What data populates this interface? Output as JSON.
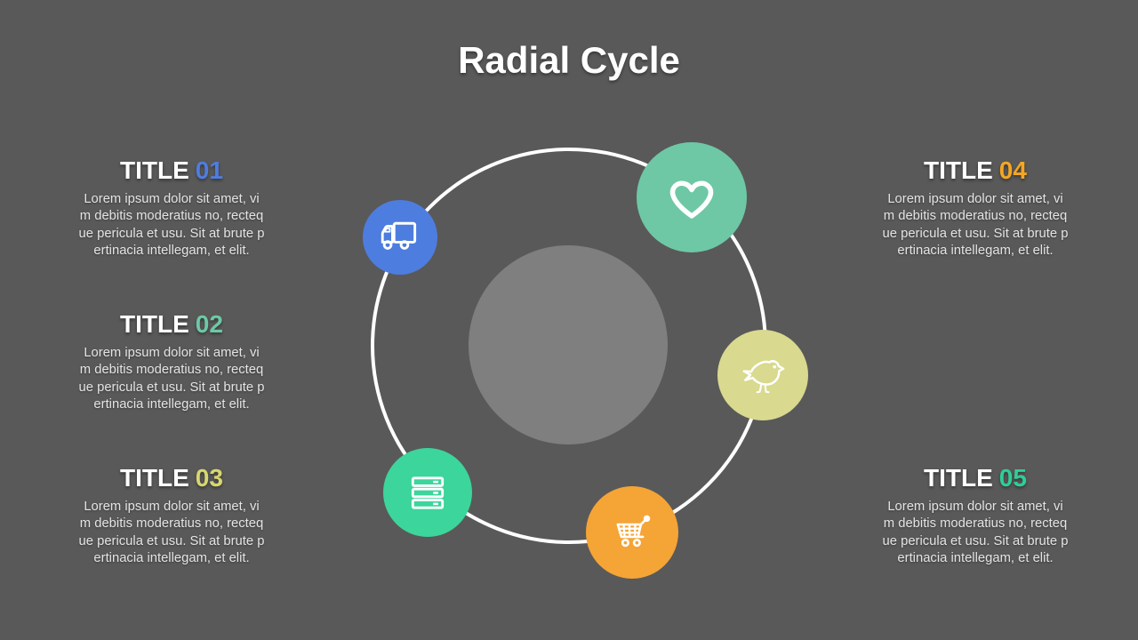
{
  "slide": {
    "title": "Radial Cycle",
    "background_color": "#595959"
  },
  "blocks": [
    {
      "title": "TITLE",
      "number": "01",
      "number_color": "#4e7de0",
      "lines": [
        "Lorem ipsum dolor sit amet, vi",
        "m debitis moderatius no, recteq",
        "ue pericula et usu. Sit at brute p",
        "ertinacia intellegam, et elit."
      ]
    },
    {
      "title": "TITLE",
      "number": "02",
      "number_color": "#6ec8a5",
      "lines": [
        "Lorem ipsum dolor sit amet, vi",
        "m debitis moderatius no, recteq",
        "ue pericula et usu. Sit at brute p",
        "ertinacia intellegam, et elit."
      ]
    },
    {
      "title": "TITLE",
      "number": "03",
      "number_color": "#d8d76f",
      "lines": [
        "Lorem ipsum dolor sit amet, vi",
        "m debitis moderatius no, recteq",
        "ue pericula et usu. Sit at brute p",
        "ertinacia intellegam, et elit."
      ]
    },
    {
      "title": "TITLE",
      "number": "04",
      "number_color": "#f5a623",
      "lines": [
        "Lorem ipsum dolor sit amet, vi",
        "m debitis moderatius no, recteq",
        "ue pericula et usu. Sit at brute p",
        "ertinacia intellegam, et elit."
      ]
    },
    {
      "title": "TITLE",
      "number": "05",
      "number_color": "#2fce97",
      "lines": [
        "Lorem ipsum dolor sit amet, vi",
        "m debitis moderatius no, recteq",
        "ue pericula et usu. Sit at brute p",
        "ertinacia intellegam, et elit."
      ]
    }
  ],
  "diagram": {
    "ring_color": "#ffffff",
    "hub_color": "#7f7f7f",
    "nodes": [
      {
        "icon": "truck-icon",
        "color": "#4e7de0"
      },
      {
        "icon": "heart-icon",
        "color": "#6ec8a5"
      },
      {
        "icon": "bird-icon",
        "color": "#d9d98f"
      },
      {
        "icon": "server-icon",
        "color": "#3cd59c"
      },
      {
        "icon": "cart-icon",
        "color": "#f5a436"
      }
    ]
  }
}
